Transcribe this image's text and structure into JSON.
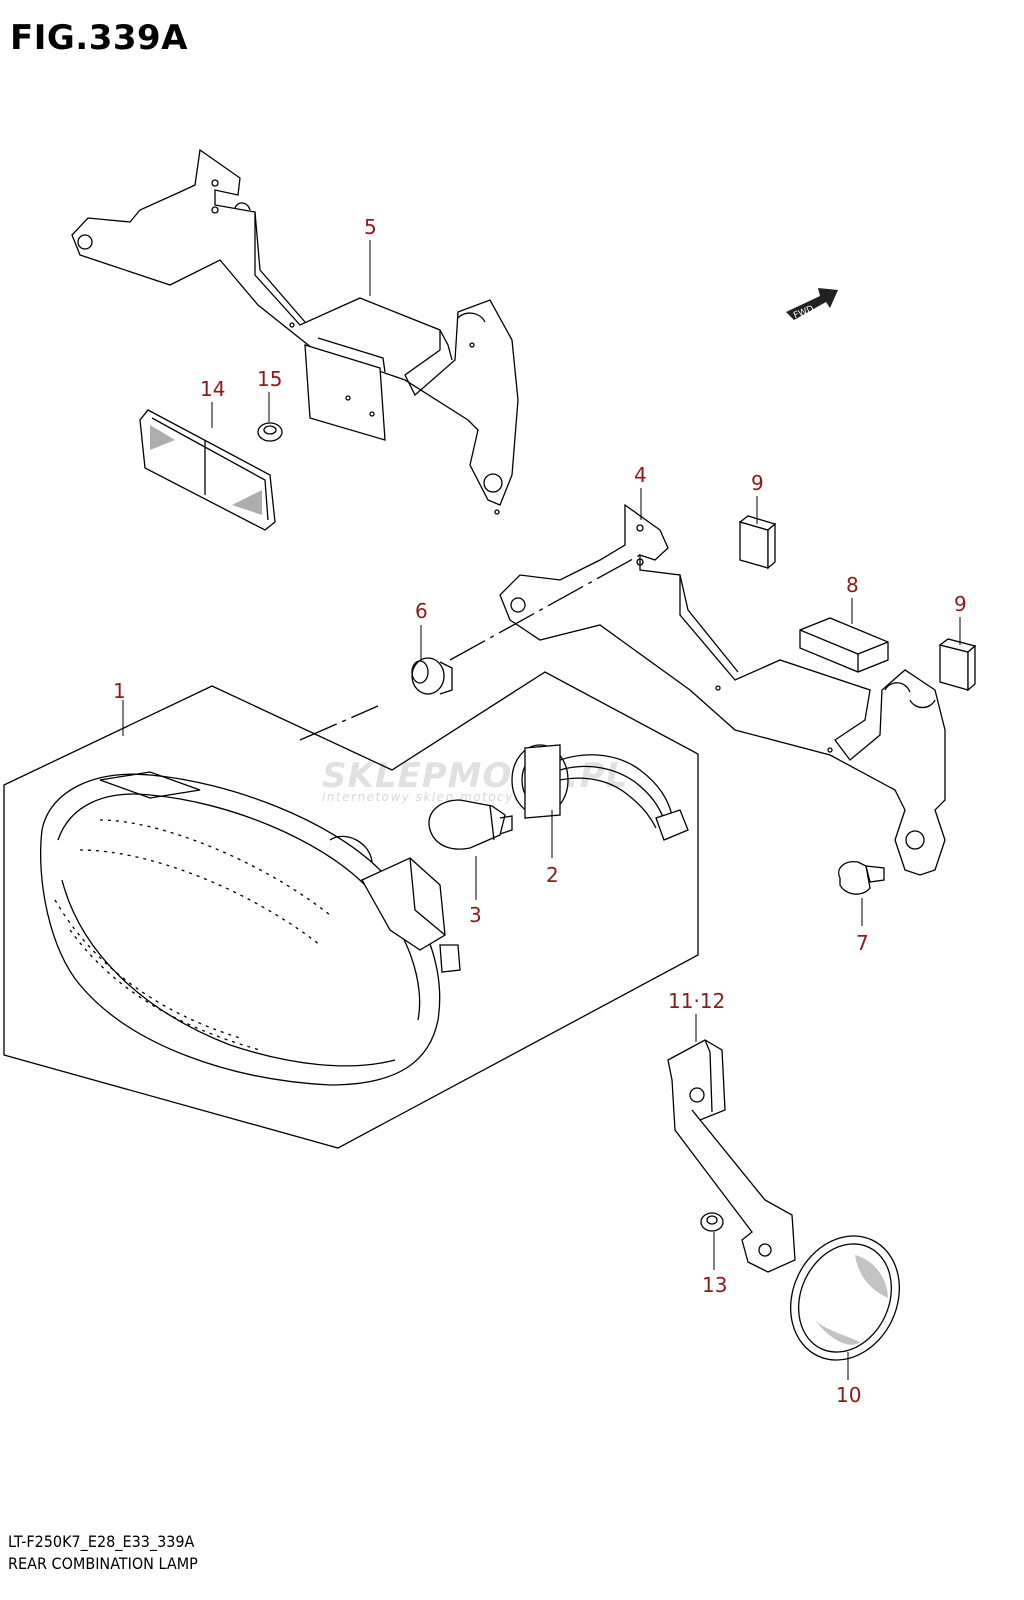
{
  "figure": {
    "title": "FIG.339A"
  },
  "fwd_badge": "FWD",
  "callouts": [
    {
      "id": "1",
      "text": "1"
    },
    {
      "id": "2",
      "text": "2"
    },
    {
      "id": "3",
      "text": "3"
    },
    {
      "id": "4",
      "text": "4"
    },
    {
      "id": "5",
      "text": "5"
    },
    {
      "id": "6",
      "text": "6"
    },
    {
      "id": "7",
      "text": "7"
    },
    {
      "id": "8",
      "text": "8"
    },
    {
      "id": "9a",
      "text": "9"
    },
    {
      "id": "9b",
      "text": "9"
    },
    {
      "id": "10",
      "text": "10"
    },
    {
      "id": "11-12",
      "text": "11·12"
    },
    {
      "id": "13",
      "text": "13"
    },
    {
      "id": "14",
      "text": "14"
    },
    {
      "id": "15",
      "text": "15"
    }
  ],
  "watermark": {
    "main": "SKLEPMOTO.PL",
    "sub": "internetowy sklep motocyklowy"
  },
  "footer": {
    "model_code": "LT-F250K7_E28_E33_339A",
    "section_name": "REAR COMBINATION LAMP"
  },
  "colors": {
    "label": "#8b1a1a",
    "line": "#000000"
  }
}
